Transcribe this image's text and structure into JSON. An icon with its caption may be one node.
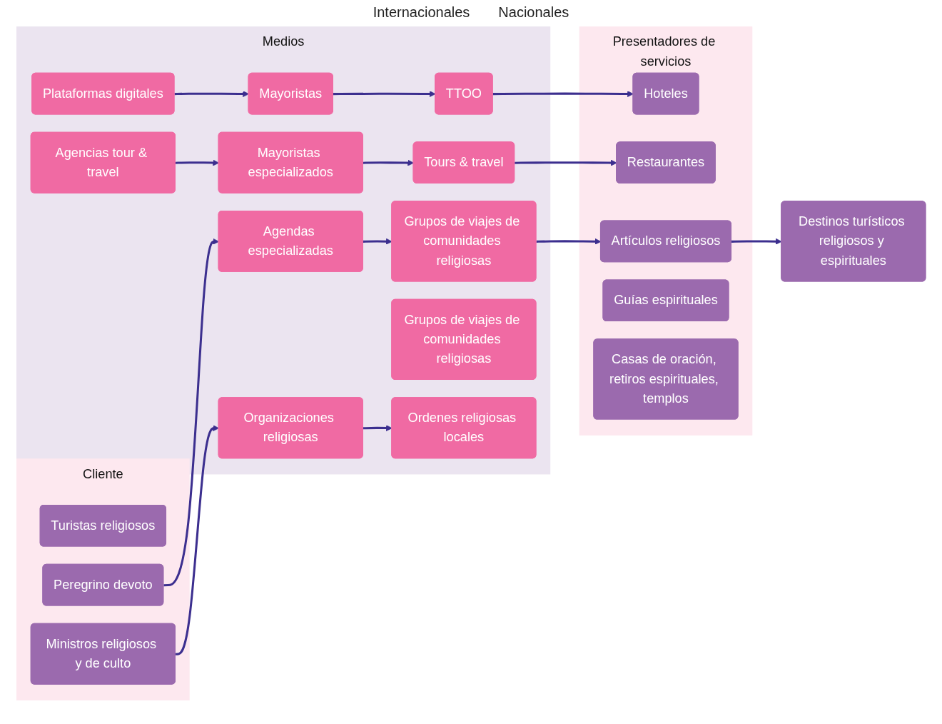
{
  "diagram": {
    "nodes": [
      {
        "text": [
          "Cliente"
        ]
      },
      {
        "text": [
          "Turistas religiosos"
        ],
        "in": 0
      },
      {
        "text": [
          "Peregrino devoto"
        ],
        "in": 0
      },
      {
        "text": [
          "Ministros religiosos y de culto"
        ],
        "in": 0
      },
      {
        "text": [
          "Medios"
        ]
      },
      {
        "text": [
          "Plataformas digitales"
        ],
        "in": 4
      },
      {
        "text": [
          "Mayoristas"
        ],
        "in": 4
      },
      {
        "text": [
          "TTOO"
        ],
        "in": 4
      },
      {
        "text": [
          "Agencias tour & travel"
        ],
        "in": 4
      },
      {
        "text": [
          "Mayoristas especializados"
        ],
        "in": 4
      },
      {
        "text": [
          "Tours & travel"
        ],
        "in": 4
      },
      {
        "text": [
          "Agendas especializadas"
        ],
        "in": 4
      },
      {
        "text": [
          "Grupos de viajes de comunidades religiosas"
        ],
        "in": 4
      },
      {
        "text": [
          "Grupos de viajes de comunidades religiosas"
        ],
        "in": 4
      },
      {
        "text": [
          "Organizaciones religiosas"
        ],
        "in": 4
      },
      {
        "text": [
          "Ordenes religiosas locales"
        ],
        "in": 4
      },
      {
        "text": [
          "Presentadores de servicios"
        ]
      },
      {
        "text": [
          "Hoteles"
        ],
        "in": 16
      },
      {
        "text": [
          "Restaurantes"
        ],
        "in": 16
      },
      {
        "text": [
          "Artículos religiosos"
        ],
        "in": 16
      },
      {
        "text": [
          "Guías espirituales"
        ],
        "in": 16
      },
      {
        "text": [
          "Casas de oración, retiros espirituales, templos"
        ],
        "in": 16
      },
      {
        "text": [
          "Destinos turísticos religiosos y espirituales"
        ]
      }
    ],
    "edges": [
      {
        "from": 5,
        "to": 6,
        "arrow": "to"
      },
      {
        "from": 6,
        "to": 7,
        "arrow": "to"
      },
      {
        "from": 7,
        "to": 17,
        "arrow": "to"
      },
      {
        "from": 8,
        "to": 9,
        "arrow": "to"
      },
      {
        "from": 9,
        "to": 10,
        "arrow": "to"
      },
      {
        "from": 10,
        "to": 18,
        "arrow": "to"
      },
      {
        "from": 2,
        "to": 11,
        "arrow": "to"
      },
      {
        "from": 11,
        "to": 12,
        "arrow": "to"
      },
      {
        "from": 12,
        "to": 19,
        "arrow": "to"
      },
      {
        "from": 19,
        "to": 22,
        "arrow": "to"
      },
      {
        "from": 3,
        "to": 14,
        "arrow": "to"
      },
      {
        "from": 14,
        "to": 15,
        "arrow": "to"
      }
    ],
    "labels": [
      "Internacionales",
      "Nacionales"
    ]
  }
}
